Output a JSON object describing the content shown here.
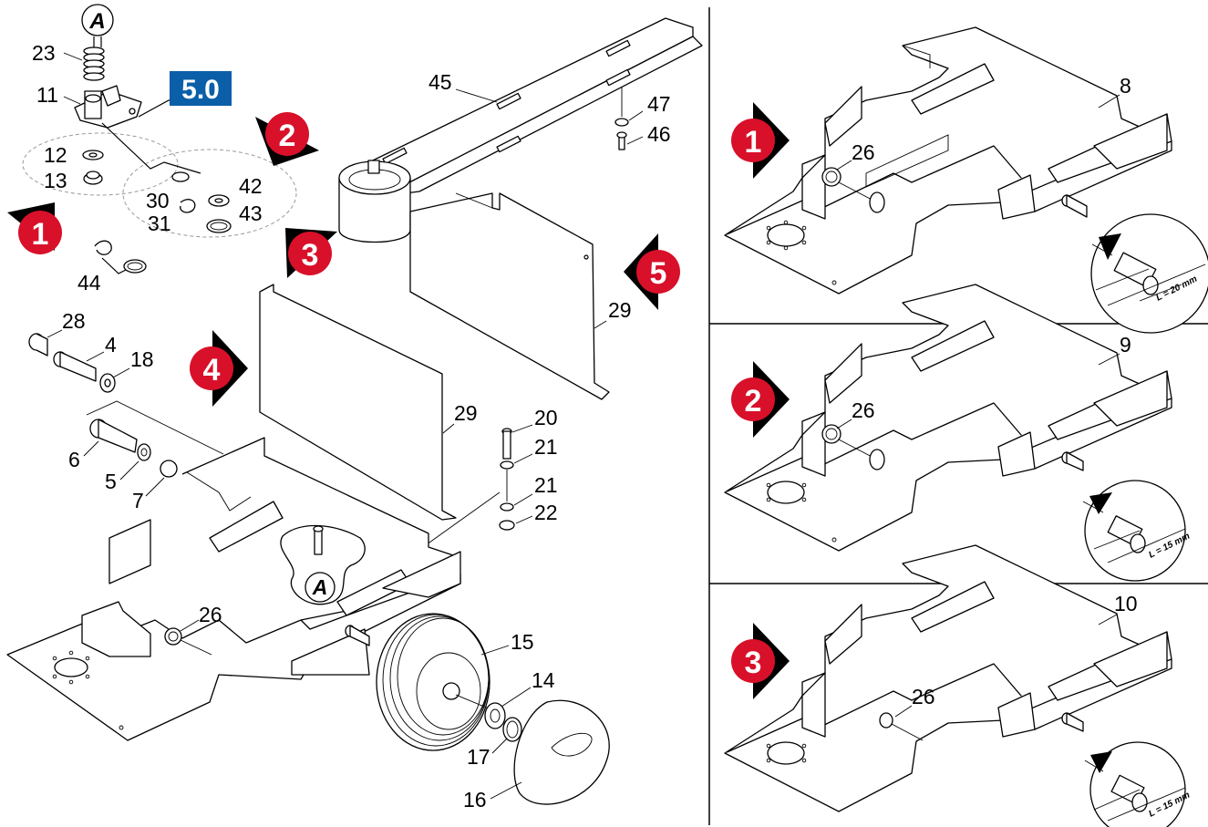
{
  "section_badge": {
    "text": "5.0",
    "color": "#0a5fa8"
  },
  "detail_letter": "A",
  "marker_color": "#d8102a",
  "part_labels": {
    "p23": "23",
    "p11": "11",
    "p12": "12",
    "p13": "13",
    "p30": "30",
    "p31": "31",
    "p42": "42",
    "p43": "43",
    "p44": "44",
    "p45": "45",
    "p47": "47",
    "p46": "46",
    "p29a": "29",
    "p29b": "29",
    "p28": "28",
    "p4": "4",
    "p18": "18",
    "p6": "6",
    "p5": "5",
    "p7": "7",
    "p20": "20",
    "p21a": "21",
    "p21b": "21",
    "p22": "22",
    "p26": "26",
    "p15": "15",
    "p14": "14",
    "p17": "17",
    "p16": "16"
  },
  "step_markers": {
    "m1": "1",
    "m2": "2",
    "m3": "3",
    "m4": "4",
    "m5": "5"
  },
  "panels": [
    {
      "marker": "1",
      "part": "8",
      "part26": "26",
      "dimension": "L = 20 mm"
    },
    {
      "marker": "2",
      "part": "9",
      "part26": "26",
      "dimension": "L = 15 mm"
    },
    {
      "marker": "3",
      "part": "10",
      "part26": "26",
      "dimension": "L = 15 mm"
    }
  ]
}
